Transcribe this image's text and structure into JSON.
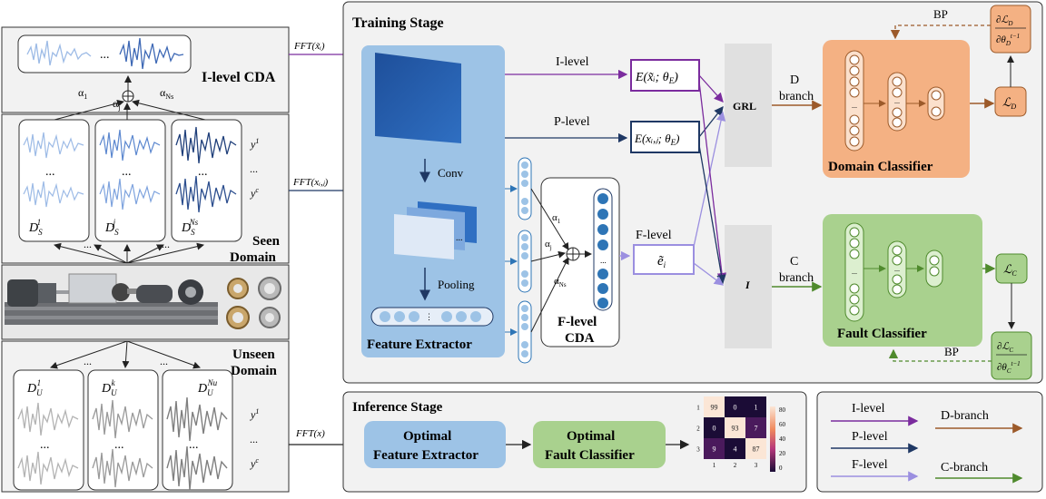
{
  "left": {
    "icda_label": "I-level CDA",
    "dots": "...",
    "alpha_1": "α",
    "alpha_1_sub": "1",
    "alpha_j": "α",
    "alpha_j_sub": "j",
    "alpha_ns": "α",
    "alpha_ns_sub": "Ns",
    "y1": "y",
    "y1_sup": "1",
    "yc": "y",
    "yc_sup": "c",
    "seen_line1": "Seen",
    "seen_line2": "Domain",
    "unseen_line1": "Unseen",
    "unseen_line2": "Domain",
    "ds1": "D",
    "dsj": "D",
    "dsns": "D",
    "du1": "D",
    "duk": "D",
    "duns": "D",
    "sub_s": "S",
    "sub_u": "U",
    "sup_1": "1",
    "sup_j": "j",
    "sup_k": "k",
    "sup_ns": "Ns",
    "sup_nu": "Nu"
  },
  "inputs": {
    "fft_xi": "FFT(x̃ᵢ)",
    "fft_xij": "FFT(xᵢ,ⱼ)",
    "fft_x": "FFT(x)"
  },
  "training": {
    "title": "Training Stage",
    "conv": "Conv",
    "pooling": "Pooling",
    "feature_extractor": "Feature Extractor",
    "i_level": "I-level",
    "p_level": "P-level",
    "f_level": "F-level",
    "e_i": "E(x̃ᵢ; θ",
    "e_p": "E(xᵢ,ⱼ; θ",
    "e_sub": "E",
    "e_close": ")",
    "e_tilde": "ẽ",
    "e_tilde_sub": "i",
    "flevel_cda_1": "F-level",
    "flevel_cda_2": "CDA",
    "grl": "GRL",
    "identity": "I",
    "d_branch_1": "D",
    "d_branch_2": "branch",
    "c_branch_1": "C",
    "c_branch_2": "branch",
    "domain_classifier": "Domain Classifier",
    "fault_classifier": "Fault Classifier",
    "bp": "BP",
    "loss_d": "ℒ",
    "loss_d_sub": "D",
    "loss_c": "ℒ",
    "loss_c_sub": "C",
    "grad_d_num": "∂ℒ",
    "grad_d_den": "∂θ",
    "grad_d_den_sup": "t−1",
    "grad_c_num": "∂ℒ",
    "grad_c_den": "∂θ",
    "grad_c_den_sup": "t−1"
  },
  "inference": {
    "title": "Inference Stage",
    "opt_fe_1": "Optimal",
    "opt_fe_2": "Feature Extractor",
    "opt_fc_1": "Optimal",
    "opt_fc_2": "Fault Classifier",
    "cm_values": [
      [
        99,
        0,
        1
      ],
      [
        0,
        93,
        7
      ],
      [
        9,
        4,
        87
      ]
    ],
    "cm_row_labels": [
      "1",
      "2",
      "3"
    ],
    "cm_col_labels": [
      "1",
      "2",
      "3"
    ],
    "cm_scale_labels": [
      "80",
      "60",
      "40",
      "20",
      "0"
    ]
  },
  "legend": {
    "i_level": "I-level",
    "p_level": "P-level",
    "f_level": "F-level",
    "d_branch": "D-branch",
    "c_branch": "C-branch"
  },
  "colors": {
    "i_level": "#7b2c9e",
    "p_level": "#1f3864",
    "f_level": "#9b8fe0",
    "d_branch": "#9c5a2a",
    "c_branch": "#4f8a2d",
    "feature_extractor": "#9dc3e6",
    "domain_classifier": "#f4b183",
    "fault_classifier": "#a9d18e",
    "grl": "#e7e6e6",
    "panel_bg": "#f2f2f2"
  }
}
